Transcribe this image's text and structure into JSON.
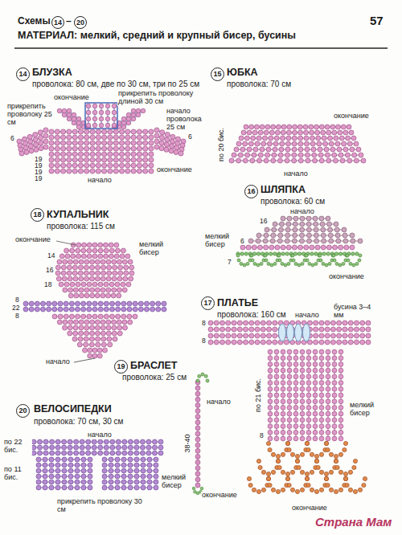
{
  "diagram": {
    "nodes": [
      {
        "text": [
          "14"
        ]
      },
      {
        "text": [
          "20"
        ]
      },
      {
        "text": [
          "14"
        ]
      },
      {
        "text": [
          "15"
        ]
      },
      {
        "text": [
          "16"
        ]
      },
      {
        "text": [
          "18"
        ]
      },
      {
        "text": [
          "17"
        ]
      },
      {
        "text": [
          "19"
        ]
      },
      {
        "text": [
          "20"
        ]
      }
    ],
    "labels": [
      "Схемы",
      "–",
      "57",
      "МАТЕРИАЛ: мелкий, средний и крупный бисер, бусины",
      "БЛУЗКА",
      "проволока: 80 см, две по 30 см, три по 25 см",
      "окончание",
      "прикрепить проволоку длиной 30 см",
      "прикрепить проволоку 25 см",
      "начало",
      "проволока 25 см",
      "окончание",
      "начало",
      "6",
      "6",
      "19",
      "19",
      "19",
      "19",
      "ЮБКА",
      "проволока: 70 см",
      "окончание",
      "по 20 бис.",
      "начало",
      "ШЛЯПКА",
      "проволока: 60 см",
      "начало",
      "мелкий бисер",
      "16",
      "6",
      "7",
      "окончание",
      "КУПАЛЬНИК",
      "проволока: 115 см",
      "окончание",
      "мелкий бисер",
      "14",
      "16",
      "18",
      "8",
      "22",
      "8",
      "начало",
      "ПЛАТЬЕ",
      "проволока: 160 см",
      "начало",
      "бусина 3–4 мм",
      "8",
      "8",
      "по 21 бис.",
      "мелкий бисер",
      "8",
      "окончание",
      "окончание",
      "БРАСЛЕТ",
      "проволока: 25 см",
      "начало",
      "38-40",
      "ВЕЛОСИПЕДКИ",
      "проволока: 70 см, 30 см",
      "начало",
      "по 22 бис.",
      "по 11 бис.",
      "мелкий бисер",
      "прикрепить проволоку 30 см",
      "Страна Мам"
    ]
  }
}
